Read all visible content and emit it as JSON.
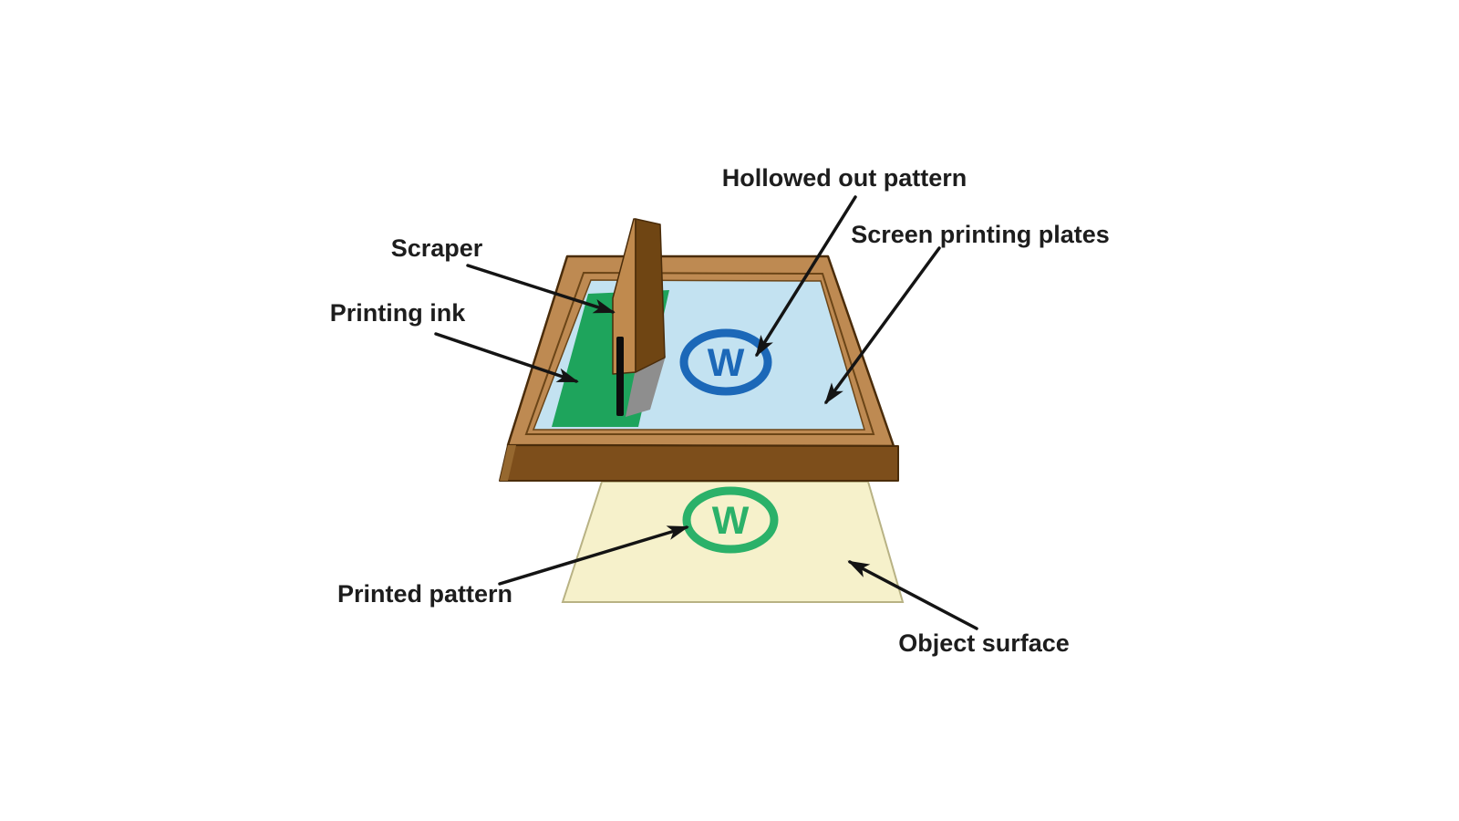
{
  "diagram": {
    "pattern_letter": "W",
    "labels": {
      "hollowed_pattern": "Hollowed out pattern",
      "scraper": "Scraper",
      "printing_ink": "Printing ink",
      "screen_plates": "Screen printing plates",
      "printed_pattern": "Printed pattern",
      "object_surface": "Object surface"
    },
    "colors": {
      "background": "#FFFFFF",
      "frame_top": "#BE8A52",
      "frame_front": "#7D4E1B",
      "frame_side_shade": "#96682F",
      "frame_outline": "#4A2C0A",
      "frame_inner_line": "#6B4517",
      "screen_blue": "#C3E2F1",
      "ink_green": "#1EA45C",
      "scraper_light": "#C08A4E",
      "scraper_dark": "#6F4513",
      "shadow_gray": "#8E8E8E",
      "blade_black": "#0D0D0D",
      "pattern_blue": "#1C68B8",
      "pattern_green": "#2BB169",
      "surface_yellow": "#F6F1CB",
      "surface_edge": "#B8B284",
      "arrow": "#141414",
      "label_text": "#1D1D1D"
    }
  }
}
